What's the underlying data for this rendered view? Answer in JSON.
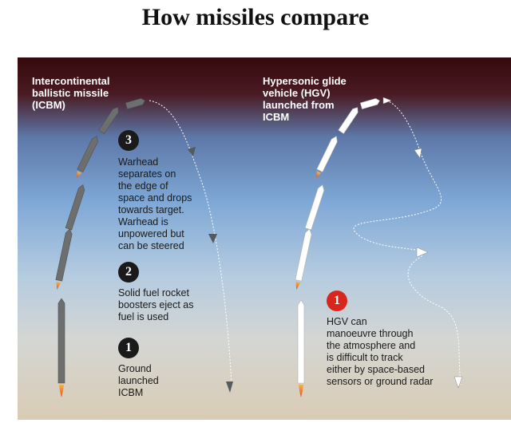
{
  "title": "How missiles compare",
  "icbm": {
    "label_line1": "Intercontinental",
    "label_line2": "ballistic missile",
    "label_line3": "(ICBM)",
    "steps": [
      {
        "number": "3",
        "lines": [
          "Warhead",
          "separates on",
          "the edge of",
          "space and drops",
          "towards target.",
          "Warhead is",
          "unpowered but",
          "can be steered"
        ]
      },
      {
        "number": "2",
        "lines": [
          "Solid fuel rocket",
          "boosters eject as",
          "fuel is used"
        ]
      },
      {
        "number": "1",
        "lines": [
          "Ground",
          "launched",
          "ICBM"
        ]
      }
    ]
  },
  "hgv": {
    "label_line1": "Hypersonic glide",
    "label_line2": "vehicle (HGV)",
    "label_line3": "launched from",
    "label_line4": "ICBM",
    "step": {
      "number": "1",
      "lines": [
        "HGV can",
        "manoeuvre through",
        "the atmosphere and",
        "is difficult to track",
        "either by space-based",
        "sensors or ground radar"
      ]
    }
  },
  "colors": {
    "sky_top": "#3a0c0e",
    "sky_mid": "#6f9fd0",
    "ground": "#d9cdb7",
    "missile_grey": "#6d6f6f",
    "flame": "#e8771f",
    "badge_red": "#d8261c"
  }
}
